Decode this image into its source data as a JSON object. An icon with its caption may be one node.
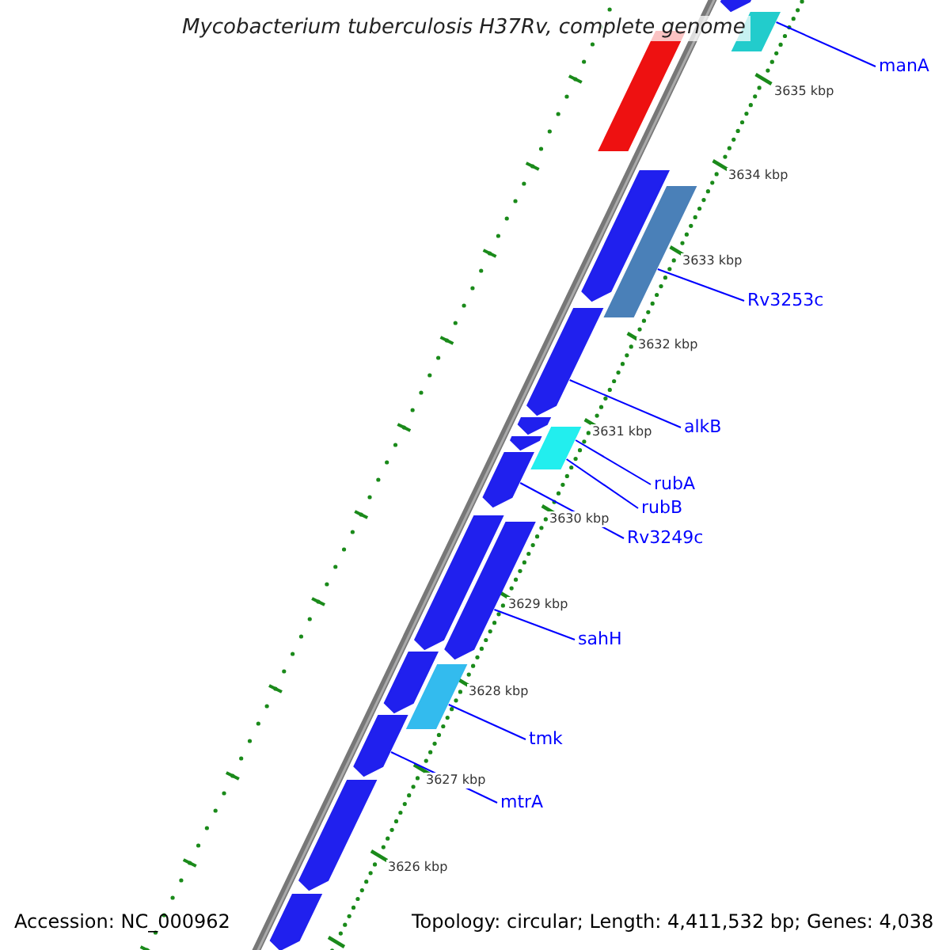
{
  "diagram": {
    "title": "Mycobacterium tuberculosis H37Rv, complete genome",
    "nodes": [
      {
        "text": [
          "manA"
        ]
      },
      {
        "text": [
          "Rv3253c"
        ]
      },
      {
        "text": [
          "alkB"
        ]
      },
      {
        "text": [
          "rubA"
        ]
      },
      {
        "text": [
          "rubB"
        ]
      },
      {
        "text": [
          "Rv3249c"
        ]
      },
      {
        "text": [
          "sahH"
        ]
      },
      {
        "text": [
          "tmk"
        ]
      },
      {
        "text": [
          "mtrA"
        ]
      },
      {
        "text": [],
        "shape": "arrow"
      },
      {
        "text": [],
        "shape": "bar"
      },
      {
        "text": [],
        "shape": "bar"
      },
      {
        "text": [],
        "shape": "arrow"
      },
      {
        "text": [],
        "shape": "bar"
      },
      {
        "text": [],
        "shape": "arrow"
      },
      {
        "text": [],
        "shape": "arrow"
      },
      {
        "text": [],
        "shape": "bar"
      },
      {
        "text": [],
        "shape": "arrow"
      },
      {
        "text": [],
        "shape": "arrow"
      },
      {
        "text": [],
        "shape": "bar"
      },
      {
        "text": [],
        "shape": "arrow"
      },
      {
        "text": [],
        "shape": "arrow"
      },
      {
        "text": [],
        "shape": "arrow"
      },
      {
        "text": [],
        "shape": "bar"
      },
      {
        "text": [],
        "shape": "arrow"
      },
      {
        "text": [],
        "shape": "arrow"
      },
      {
        "text": [],
        "shape": "arrow"
      }
    ],
    "edges": [
      {
        "from": 0,
        "to": 10,
        "arrow": "none"
      },
      {
        "from": 1,
        "to": 13,
        "arrow": "none"
      },
      {
        "from": 2,
        "to": 14,
        "arrow": "none"
      },
      {
        "from": 3,
        "to": 16,
        "arrow": "none"
      },
      {
        "from": 4,
        "to": 19,
        "arrow": "none"
      },
      {
        "from": 5,
        "to": 18,
        "arrow": "none"
      },
      {
        "from": 6,
        "to": 21,
        "arrow": "none"
      },
      {
        "from": 7,
        "to": 23,
        "arrow": "none"
      },
      {
        "from": 8,
        "to": 24,
        "arrow": "none"
      }
    ],
    "labels": [
      "3635 kbp",
      "3634 kbp",
      "3633 kbp",
      "3632 kbp",
      "3631 kbp",
      "3630 kbp",
      "3629 kbp",
      "3628 kbp",
      "3627 kbp",
      "3626 kbp",
      "Accession: NC_000962",
      "Topology: circular; Length: 4,411,532 bp; Genes: 4,038"
    ]
  }
}
